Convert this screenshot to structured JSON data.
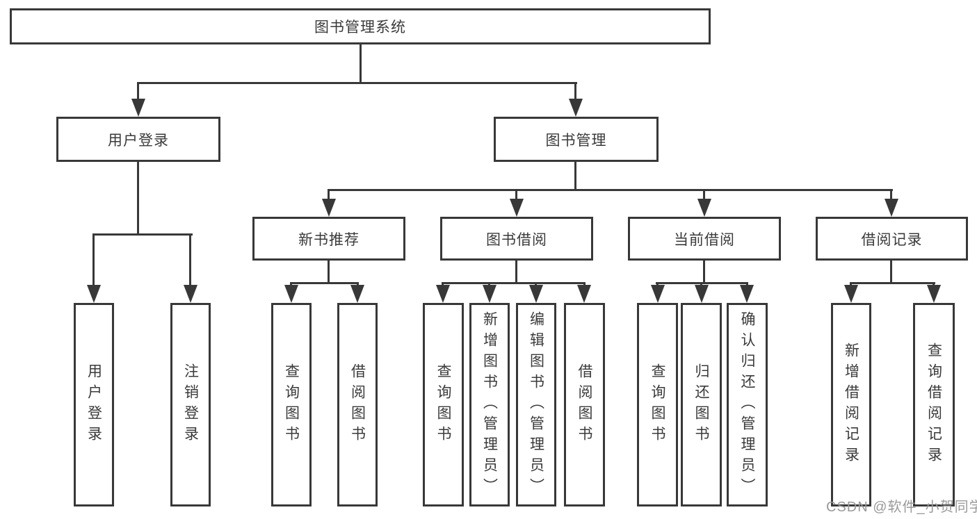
{
  "colors": {
    "line": "#383838",
    "text": "#3a3a3a",
    "watermark": "#9a9a9a",
    "background": "#ffffff"
  },
  "watermark": {
    "text": "CSDN @软件_小贺同学"
  },
  "diagram": {
    "root": {
      "label": "图书管理系统"
    },
    "level2": [
      {
        "label": "用户登录"
      },
      {
        "label": "图书管理"
      }
    ],
    "level3": [
      {
        "label": "新书推荐"
      },
      {
        "label": "图书借阅"
      },
      {
        "label": "当前借阅"
      },
      {
        "label": "借阅记录"
      }
    ],
    "leaves": [
      {
        "label": "用户登录"
      },
      {
        "label": "注销登录"
      },
      {
        "label": "查询图书"
      },
      {
        "label": "借阅图书"
      },
      {
        "label": "查询图书"
      },
      {
        "label": "新增图书（管理员）"
      },
      {
        "label": "编辑图书（管理员）"
      },
      {
        "label": "借阅图书"
      },
      {
        "label": "查询图书"
      },
      {
        "label": "归还图书"
      },
      {
        "label": "确认归还（管理员）"
      },
      {
        "label": "新增借阅记录"
      },
      {
        "label": "查询借阅记录"
      }
    ]
  }
}
